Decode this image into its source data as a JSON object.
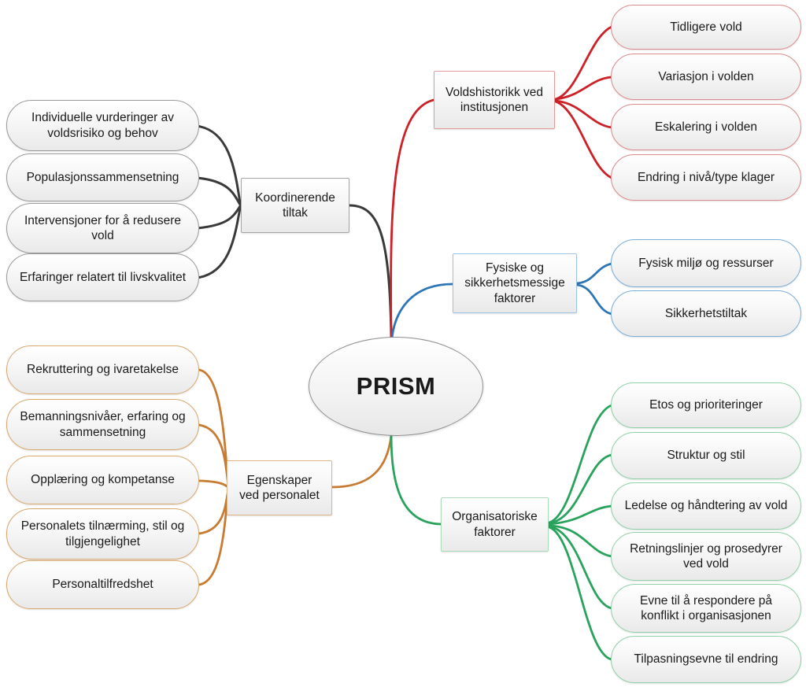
{
  "diagram_title": "PRISM",
  "center": {
    "label": "PRISM"
  },
  "colors": {
    "coordinating_line": "#3a3a3a",
    "violence_history_line": "#cc2127",
    "physical_security_line": "#2e75b6",
    "staff_line": "#c87b32",
    "organisational_line": "#29a35c"
  },
  "branches": [
    {
      "id": "koordinerende-tiltak",
      "hub_label": "Koordinerende tiltak",
      "line_color": "#3a3a3a",
      "leaves": [
        "Individuelle vurderinger av voldsrisiko og behov",
        "Populasjonssammensetning",
        "Intervensjoner for å redusere vold",
        "Erfaringer relatert til livskvalitet"
      ]
    },
    {
      "id": "voldshistorikk-ved-institusjonen",
      "hub_label": "Voldshistorikk ved institusjonen",
      "line_color": "#cc2127",
      "leaves": [
        "Tidligere vold",
        "Variasjon i volden",
        "Eskalering  i volden",
        "Endring i nivå/type klager"
      ]
    },
    {
      "id": "fysiske-og-sikkerhetsmessige-faktorer",
      "hub_label": "Fysiske og sikkerhetsmessige faktorer",
      "line_color": "#2e75b6",
      "leaves": [
        "Fysisk miljø og ressurser",
        "Sikkerhetstiltak"
      ]
    },
    {
      "id": "egenskaper-ved-personalet",
      "hub_label": "Egenskaper ved personalet",
      "line_color": "#c87b32",
      "leaves": [
        "Rekruttering og ivaretakelse",
        "Bemanningsnivåer, erfaring og sammensetning",
        "Opplæring og kompetanse",
        "Personalets tilnærming, stil og tilgjengelighet",
        "Personaltilfredshet"
      ]
    },
    {
      "id": "organisatoriske-faktorer",
      "hub_label": "Organisatoriske faktorer",
      "line_color": "#29a35c",
      "leaves": [
        "Etos og prioriteringer",
        "Struktur og stil",
        "Ledelse og håndtering av vold",
        "Retningslinjer og prosedyrer ved vold",
        "Evne til å respondere på konflikt i organisasjonen",
        "Tilpasningsevne til endring"
      ]
    }
  ]
}
